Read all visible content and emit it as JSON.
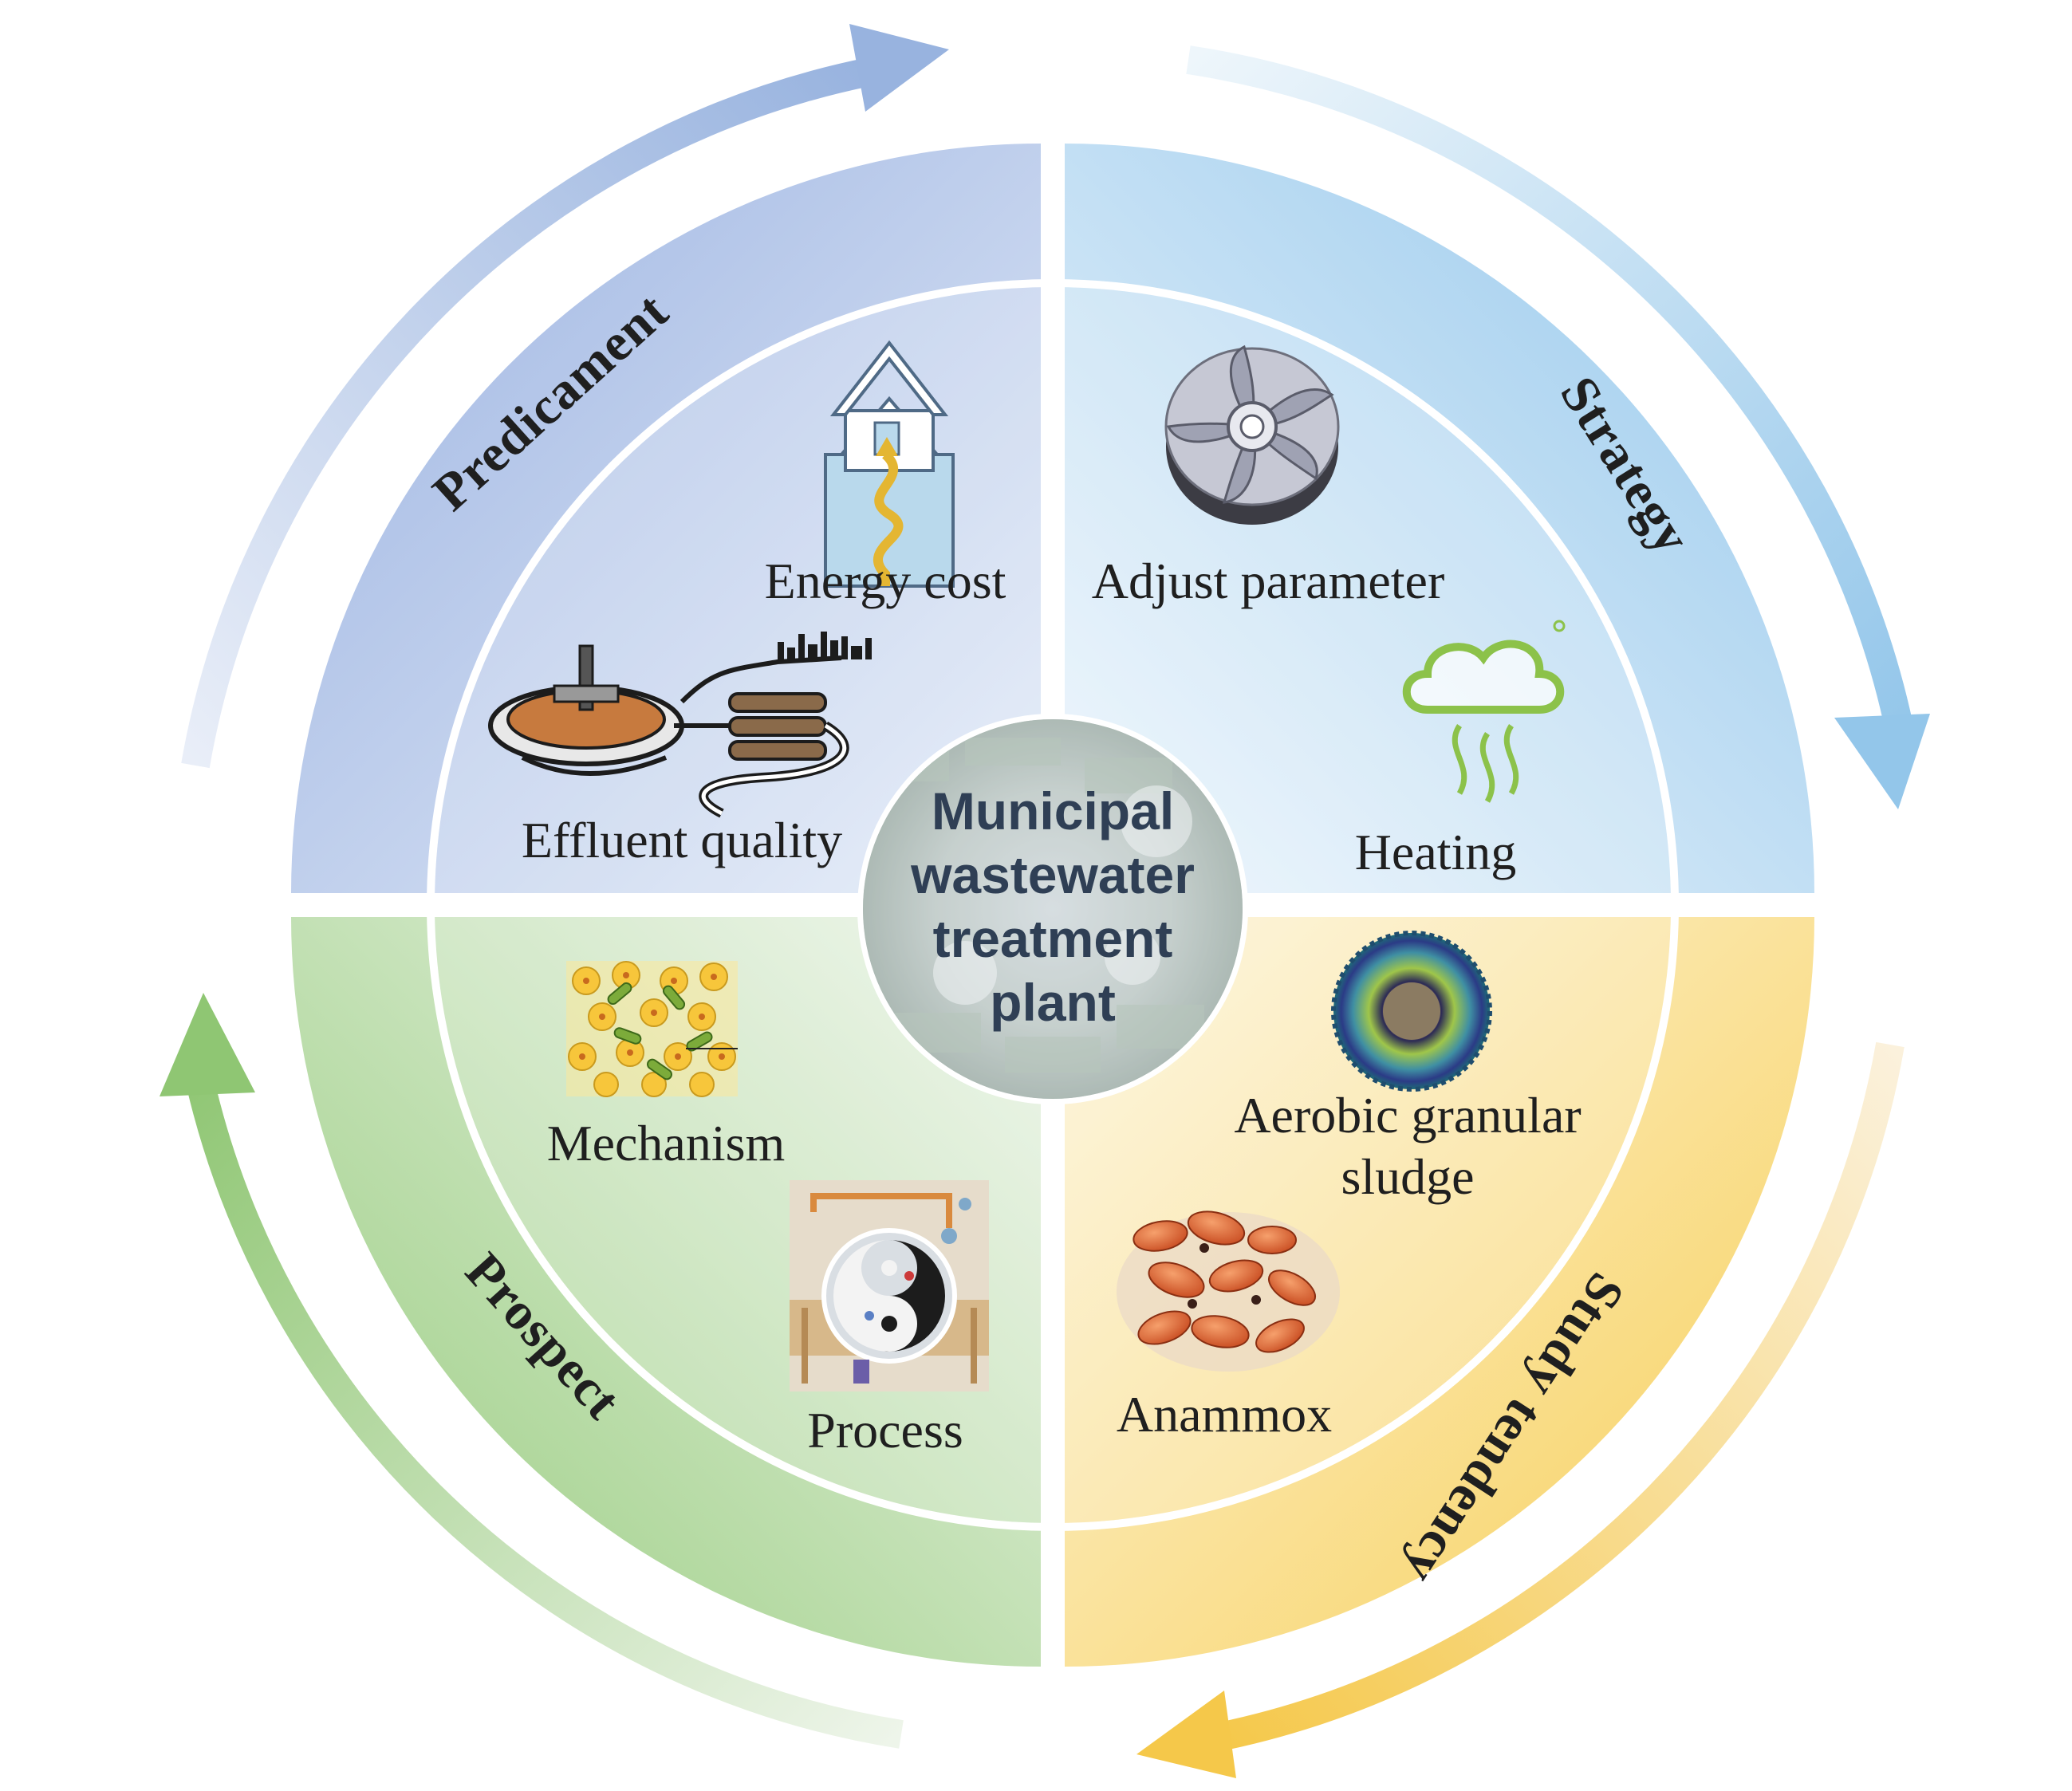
{
  "center": {
    "lines": [
      "Municipal",
      "wastewater",
      "treatment",
      "plant"
    ]
  },
  "quadrants": {
    "predicament": {
      "title": "Predicament",
      "color": "#a9bfe6",
      "items": [
        "Energy cost",
        "Effluent quality"
      ],
      "icons": [
        "house-heat-icon",
        "clarifier-plant-icon"
      ]
    },
    "strategy": {
      "title": "Strategy",
      "color": "#a8d3ef",
      "items": [
        "Adjust parameter",
        "Heating"
      ],
      "icons": [
        "impeller-icon",
        "steam-cloud-icon"
      ]
    },
    "prospect": {
      "title": "Prospect",
      "color": "#a9d38f",
      "items": [
        "Mechanism",
        "Process"
      ],
      "icons": [
        "microbes-icon",
        "reactor-process-icon"
      ]
    },
    "study_tendency": {
      "title": "Study tendency",
      "color": "#f8d477",
      "items": [
        "Aerobic granular",
        "sludge",
        "Anammox"
      ],
      "icons": [
        "granule-icon",
        "anammox-bacteria-icon"
      ]
    }
  },
  "arrows": {
    "colors": [
      "#9db8e0",
      "#9ccbeb",
      "#f6cd58",
      "#97c97c"
    ]
  }
}
